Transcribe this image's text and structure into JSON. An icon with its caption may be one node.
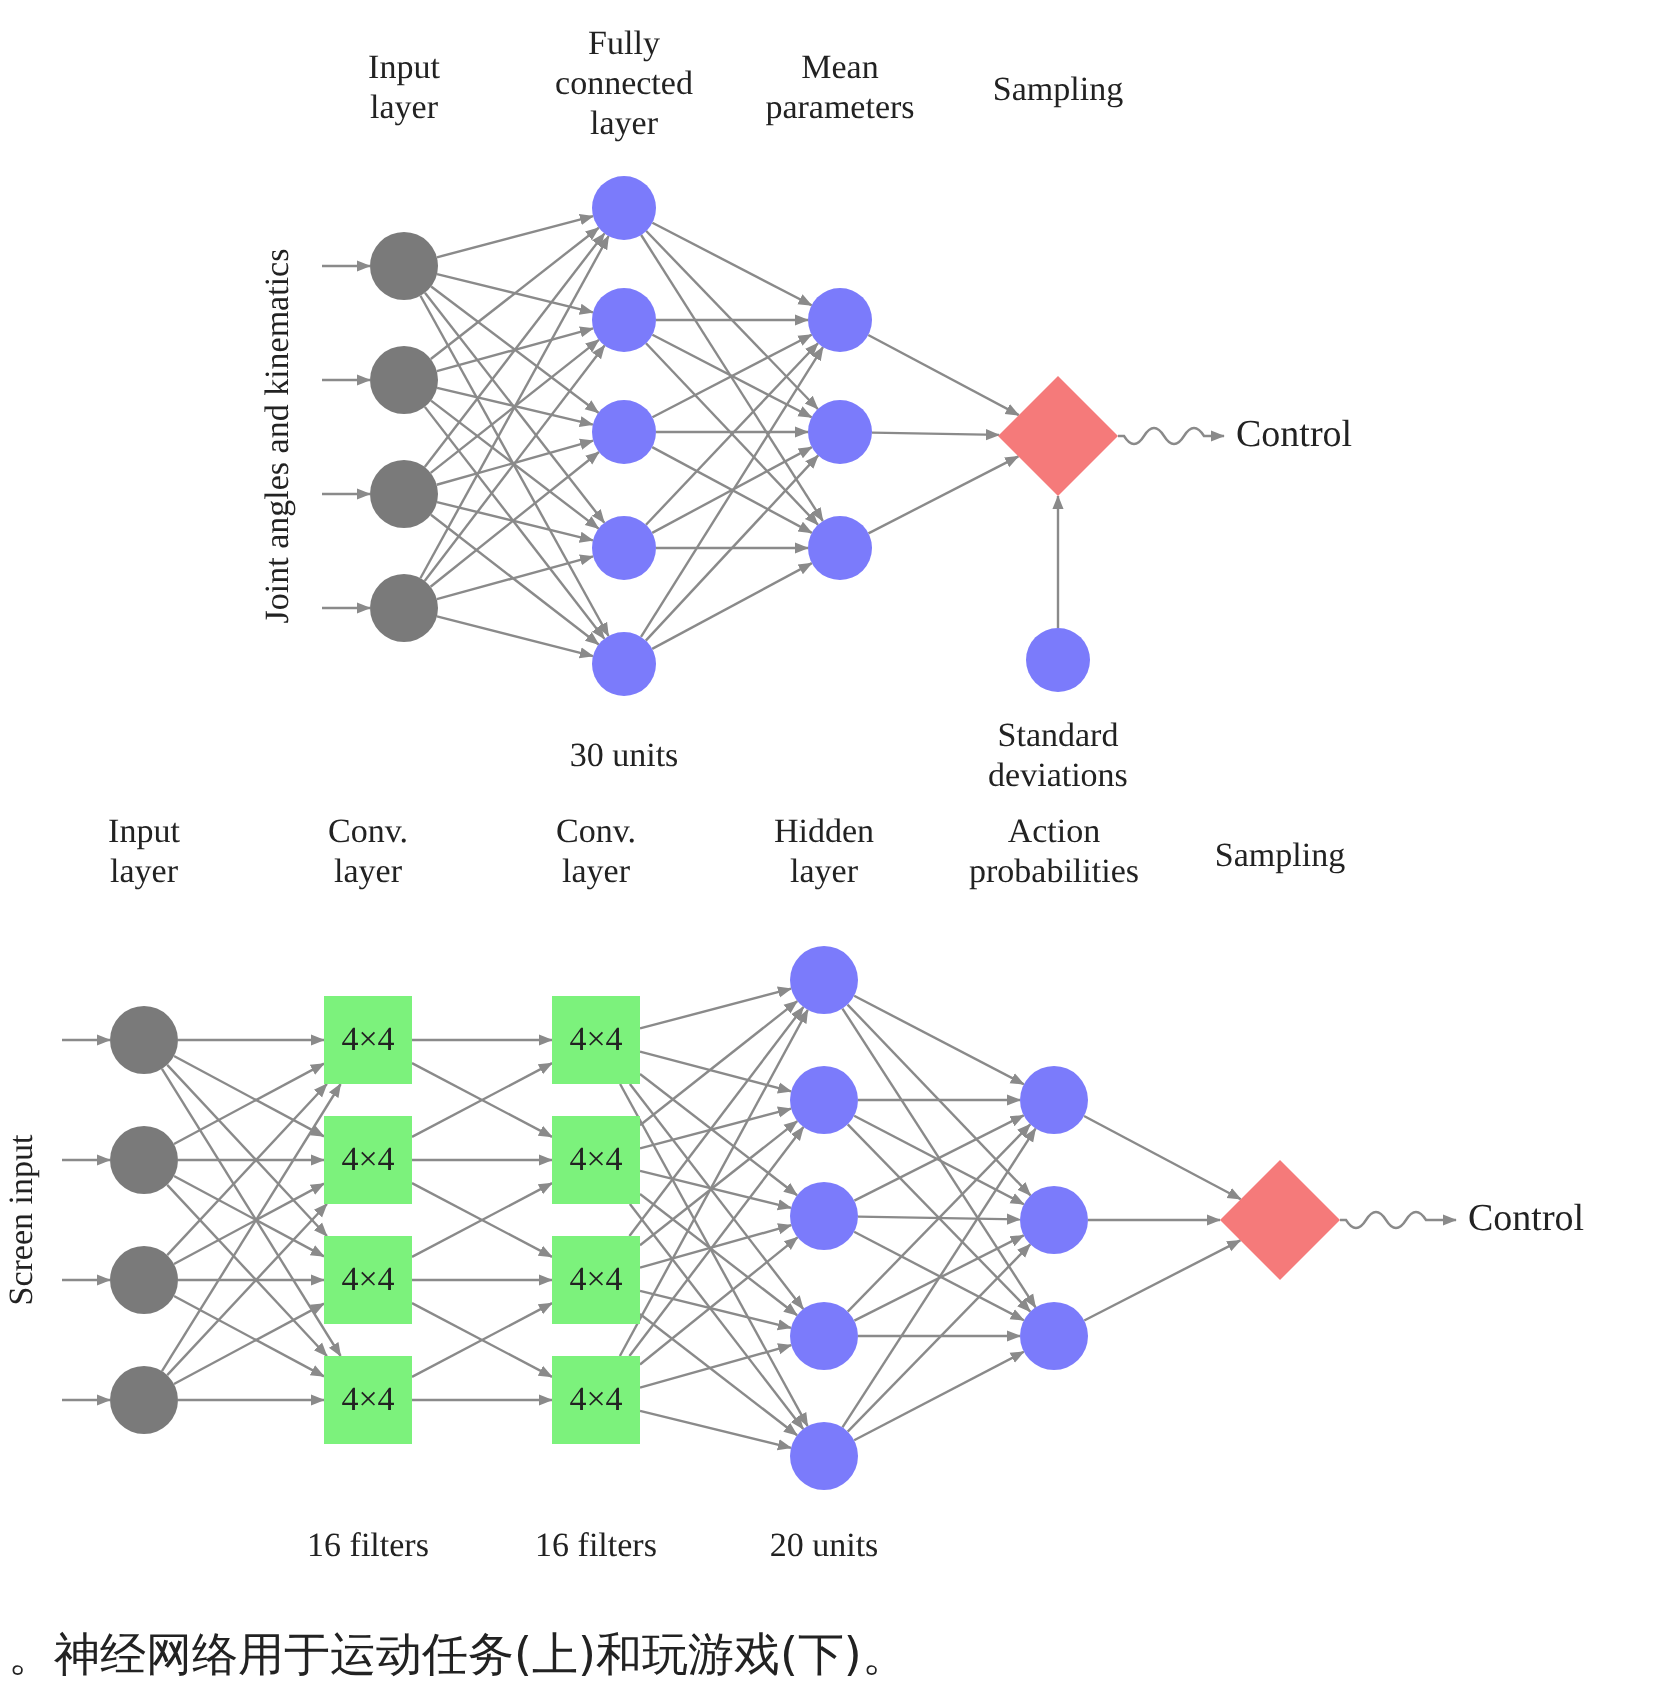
{
  "diagram": {
    "caption": "。神经网络用于运动任务(上)和玩游戏(下)。",
    "nodes": [
      {
        "text": [],
        "shape": "circle"
      },
      {
        "text": [],
        "shape": "circle"
      },
      {
        "text": [],
        "shape": "circle"
      },
      {
        "text": [],
        "shape": "circle"
      },
      {
        "text": [],
        "shape": "circle"
      },
      {
        "text": [],
        "shape": "circle"
      },
      {
        "text": [],
        "shape": "circle"
      },
      {
        "text": [],
        "shape": "circle"
      },
      {
        "text": [],
        "shape": "circle"
      },
      {
        "text": [],
        "shape": "circle"
      },
      {
        "text": [],
        "shape": "circle"
      },
      {
        "text": [],
        "shape": "circle"
      },
      {
        "text": [],
        "shape": "diamond"
      },
      {
        "text": [
          "Control"
        ]
      },
      {
        "text": [],
        "shape": "circle",
        "beside": [
          "Standard deviations"
        ]
      },
      {
        "text": [],
        "shape": "circle"
      },
      {
        "text": [],
        "shape": "circle"
      },
      {
        "text": [],
        "shape": "circle"
      },
      {
        "text": [],
        "shape": "circle"
      },
      {
        "text": [
          "4×4"
        ]
      },
      {
        "text": [
          "4×4"
        ]
      },
      {
        "text": [
          "4×4"
        ]
      },
      {
        "text": [
          "4×4"
        ]
      },
      {
        "text": [
          "4×4"
        ]
      },
      {
        "text": [
          "4×4"
        ]
      },
      {
        "text": [
          "4×4"
        ]
      },
      {
        "text": [
          "4×4"
        ]
      },
      {
        "text": [],
        "shape": "circle"
      },
      {
        "text": [],
        "shape": "circle"
      },
      {
        "text": [],
        "shape": "circle"
      },
      {
        "text": [],
        "shape": "circle"
      },
      {
        "text": [],
        "shape": "circle"
      },
      {
        "text": [],
        "shape": "circle"
      },
      {
        "text": [],
        "shape": "circle"
      },
      {
        "text": [],
        "shape": "circle"
      },
      {
        "text": [],
        "shape": "diamond"
      },
      {
        "text": [
          "Control"
        ]
      }
    ],
    "edges": [
      {
        "from": null,
        "to": 0,
        "arrow": "to"
      },
      {
        "from": null,
        "to": 1,
        "arrow": "to"
      },
      {
        "from": null,
        "to": 2,
        "arrow": "to"
      },
      {
        "from": null,
        "to": 3,
        "arrow": "to"
      },
      {
        "from": 0,
        "to": 4,
        "arrow": "to"
      },
      {
        "from": 0,
        "to": 5,
        "arrow": "to"
      },
      {
        "from": 0,
        "to": 6,
        "arrow": "to"
      },
      {
        "from": 0,
        "to": 7,
        "arrow": "to"
      },
      {
        "from": 0,
        "to": 8,
        "arrow": "to"
      },
      {
        "from": 1,
        "to": 4,
        "arrow": "to"
      },
      {
        "from": 1,
        "to": 5,
        "arrow": "to"
      },
      {
        "from": 1,
        "to": 6,
        "arrow": "to"
      },
      {
        "from": 1,
        "to": 7,
        "arrow": "to"
      },
      {
        "from": 1,
        "to": 8,
        "arrow": "to"
      },
      {
        "from": 2,
        "to": 4,
        "arrow": "to"
      },
      {
        "from": 2,
        "to": 5,
        "arrow": "to"
      },
      {
        "from": 2,
        "to": 6,
        "arrow": "to"
      },
      {
        "from": 2,
        "to": 7,
        "arrow": "to"
      },
      {
        "from": 2,
        "to": 8,
        "arrow": "to"
      },
      {
        "from": 3,
        "to": 4,
        "arrow": "to"
      },
      {
        "from": 3,
        "to": 5,
        "arrow": "to"
      },
      {
        "from": 3,
        "to": 6,
        "arrow": "to"
      },
      {
        "from": 3,
        "to": 7,
        "arrow": "to"
      },
      {
        "from": 3,
        "to": 8,
        "arrow": "to"
      },
      {
        "from": 4,
        "to": 9,
        "arrow": "to"
      },
      {
        "from": 4,
        "to": 10,
        "arrow": "to"
      },
      {
        "from": 4,
        "to": 11,
        "arrow": "to"
      },
      {
        "from": 5,
        "to": 9,
        "arrow": "to"
      },
      {
        "from": 5,
        "to": 10,
        "arrow": "to"
      },
      {
        "from": 5,
        "to": 11,
        "arrow": "to"
      },
      {
        "from": 6,
        "to": 9,
        "arrow": "to"
      },
      {
        "from": 6,
        "to": 10,
        "arrow": "to"
      },
      {
        "from": 6,
        "to": 11,
        "arrow": "to"
      },
      {
        "from": 7,
        "to": 9,
        "arrow": "to"
      },
      {
        "from": 7,
        "to": 10,
        "arrow": "to"
      },
      {
        "from": 7,
        "to": 11,
        "arrow": "to"
      },
      {
        "from": 8,
        "to": 9,
        "arrow": "to"
      },
      {
        "from": 8,
        "to": 10,
        "arrow": "to"
      },
      {
        "from": 8,
        "to": 11,
        "arrow": "to"
      },
      {
        "from": 9,
        "to": 12,
        "arrow": "to"
      },
      {
        "from": 10,
        "to": 12,
        "arrow": "to"
      },
      {
        "from": 11,
        "to": 12,
        "arrow": "to"
      },
      {
        "from": 14,
        "to": 12,
        "arrow": "to"
      },
      {
        "from": 12,
        "to": 13,
        "arrow": "to"
      },
      {
        "from": null,
        "to": 15,
        "arrow": "to"
      },
      {
        "from": null,
        "to": 16,
        "arrow": "to"
      },
      {
        "from": null,
        "to": 17,
        "arrow": "to"
      },
      {
        "from": null,
        "to": 18,
        "arrow": "to"
      },
      {
        "from": 15,
        "to": 19,
        "arrow": "to"
      },
      {
        "from": 15,
        "to": 20,
        "arrow": "to"
      },
      {
        "from": 15,
        "to": 21,
        "arrow": "to"
      },
      {
        "from": 15,
        "to": 22,
        "arrow": "to"
      },
      {
        "from": 16,
        "to": 19,
        "arrow": "to"
      },
      {
        "from": 16,
        "to": 20,
        "arrow": "to"
      },
      {
        "from": 16,
        "to": 21,
        "arrow": "to"
      },
      {
        "from": 16,
        "to": 22,
        "arrow": "to"
      },
      {
        "from": 17,
        "to": 19,
        "arrow": "to"
      },
      {
        "from": 17,
        "to": 20,
        "arrow": "to"
      },
      {
        "from": 17,
        "to": 21,
        "arrow": "to"
      },
      {
        "from": 17,
        "to": 22,
        "arrow": "to"
      },
      {
        "from": 18,
        "to": 19,
        "arrow": "to"
      },
      {
        "from": 18,
        "to": 20,
        "arrow": "to"
      },
      {
        "from": 18,
        "to": 21,
        "arrow": "to"
      },
      {
        "from": 18,
        "to": 22,
        "arrow": "to"
      },
      {
        "from": 19,
        "to": 23,
        "arrow": "to"
      },
      {
        "from": 19,
        "to": 24,
        "arrow": "to"
      },
      {
        "from": 20,
        "to": 23,
        "arrow": "to"
      },
      {
        "from": 20,
        "to": 24,
        "arrow": "to"
      },
      {
        "from": 20,
        "to": 25,
        "arrow": "to"
      },
      {
        "from": 21,
        "to": 24,
        "arrow": "to"
      },
      {
        "from": 21,
        "to": 25,
        "arrow": "to"
      },
      {
        "from": 21,
        "to": 26,
        "arrow": "to"
      },
      {
        "from": 22,
        "to": 25,
        "arrow": "to"
      },
      {
        "from": 22,
        "to": 26,
        "arrow": "to"
      },
      {
        "from": 23,
        "to": 27,
        "arrow": "to"
      },
      {
        "from": 23,
        "to": 28,
        "arrow": "to"
      },
      {
        "from": 23,
        "to": 29,
        "arrow": "to"
      },
      {
        "from": 23,
        "to": 30,
        "arrow": "to"
      },
      {
        "from": 23,
        "to": 31,
        "arrow": "to"
      },
      {
        "from": 24,
        "to": 27,
        "arrow": "to"
      },
      {
        "from": 24,
        "to": 28,
        "arrow": "to"
      },
      {
        "from": 24,
        "to": 29,
        "arrow": "to"
      },
      {
        "from": 24,
        "to": 30,
        "arrow": "to"
      },
      {
        "from": 24,
        "to": 31,
        "arrow": "to"
      },
      {
        "from": 25,
        "to": 27,
        "arrow": "to"
      },
      {
        "from": 25,
        "to": 28,
        "arrow": "to"
      },
      {
        "from": 25,
        "to": 29,
        "arrow": "to"
      },
      {
        "from": 25,
        "to": 30,
        "arrow": "to"
      },
      {
        "from": 25,
        "to": 31,
        "arrow": "to"
      },
      {
        "from": 26,
        "to": 27,
        "arrow": "to"
      },
      {
        "from": 26,
        "to": 28,
        "arrow": "to"
      },
      {
        "from": 26,
        "to": 29,
        "arrow": "to"
      },
      {
        "from": 26,
        "to": 30,
        "arrow": "to"
      },
      {
        "from": 26,
        "to": 31,
        "arrow": "to"
      },
      {
        "from": 27,
        "to": 32,
        "arrow": "to"
      },
      {
        "from": 27,
        "to": 33,
        "arrow": "to"
      },
      {
        "from": 27,
        "to": 34,
        "arrow": "to"
      },
      {
        "from": 28,
        "to": 32,
        "arrow": "to"
      },
      {
        "from": 28,
        "to": 33,
        "arrow": "to"
      },
      {
        "from": 28,
        "to": 34,
        "arrow": "to"
      },
      {
        "from": 29,
        "to": 32,
        "arrow": "to"
      },
      {
        "from": 29,
        "to": 33,
        "arrow": "to"
      },
      {
        "from": 29,
        "to": 34,
        "arrow": "to"
      },
      {
        "from": 30,
        "to": 32,
        "arrow": "to"
      },
      {
        "from": 30,
        "to": 33,
        "arrow": "to"
      },
      {
        "from": 30,
        "to": 34,
        "arrow": "to"
      },
      {
        "from": 31,
        "to": 32,
        "arrow": "to"
      },
      {
        "from": 31,
        "to": 33,
        "arrow": "to"
      },
      {
        "from": 31,
        "to": 34,
        "arrow": "to"
      },
      {
        "from": 32,
        "to": 35,
        "arrow": "to"
      },
      {
        "from": 33,
        "to": 35,
        "arrow": "to"
      },
      {
        "from": 34,
        "to": 35,
        "arrow": "to"
      },
      {
        "from": 35,
        "to": 36,
        "arrow": "to"
      }
    ],
    "labels": [
      "Input layer",
      "Fully connected layer",
      "Mean parameters",
      "Sampling",
      "Joint angles and kinematics",
      "30 units",
      "Input layer",
      "Conv. layer",
      "Conv. layer",
      "Hidden layer",
      "Action probabilities",
      "Sampling",
      "Screen input",
      "16 filters",
      "16 filters",
      "20 units"
    ]
  }
}
